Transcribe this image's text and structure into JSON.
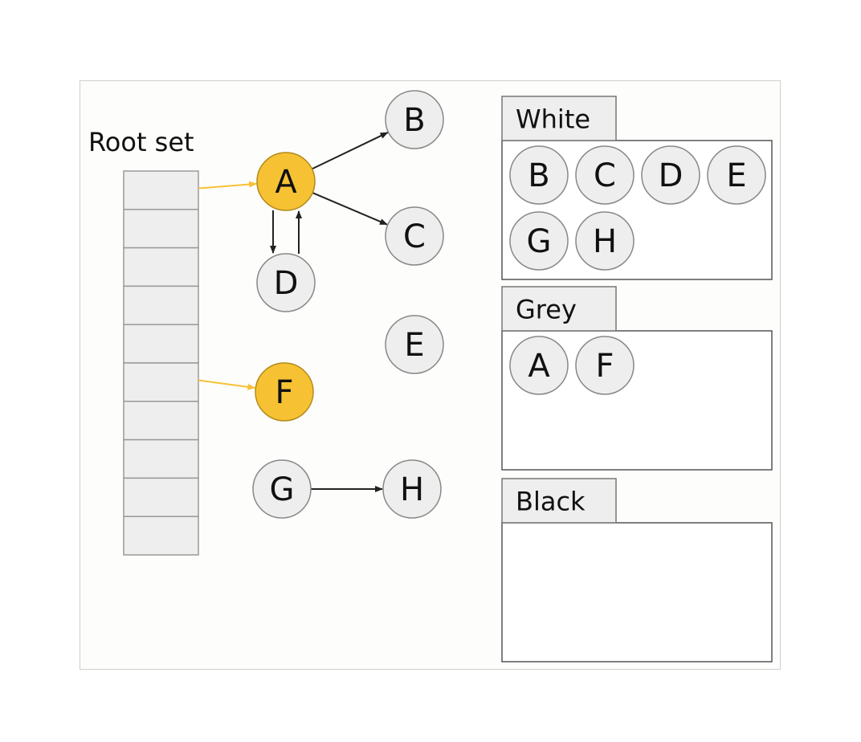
{
  "root_set": {
    "title": "Root set",
    "slot_count": 10
  },
  "graph": {
    "nodes": [
      {
        "id": "A",
        "label": "A",
        "root": true
      },
      {
        "id": "B",
        "label": "B",
        "root": false
      },
      {
        "id": "C",
        "label": "C",
        "root": false
      },
      {
        "id": "D",
        "label": "D",
        "root": false
      },
      {
        "id": "E",
        "label": "E",
        "root": false
      },
      {
        "id": "F",
        "label": "F",
        "root": true
      },
      {
        "id": "G",
        "label": "G",
        "root": false
      },
      {
        "id": "H",
        "label": "H",
        "root": false
      }
    ],
    "edges": [
      {
        "from": "A",
        "to": "B"
      },
      {
        "from": "A",
        "to": "C"
      },
      {
        "from": "A",
        "to": "D"
      },
      {
        "from": "D",
        "to": "A"
      },
      {
        "from": "G",
        "to": "H"
      }
    ],
    "root_links": [
      {
        "slot": 0,
        "to": "A"
      },
      {
        "slot": 5,
        "to": "F"
      }
    ]
  },
  "panels": [
    {
      "id": "white",
      "title": "White",
      "members": [
        "B",
        "C",
        "D",
        "E",
        "G",
        "H"
      ]
    },
    {
      "id": "grey",
      "title": "Grey",
      "members": [
        "A",
        "F"
      ]
    },
    {
      "id": "black",
      "title": "Black",
      "members": []
    }
  ],
  "colors": {
    "root_node": "#f6c234",
    "node": "#eeeeee",
    "root_link": "#f6c234"
  }
}
